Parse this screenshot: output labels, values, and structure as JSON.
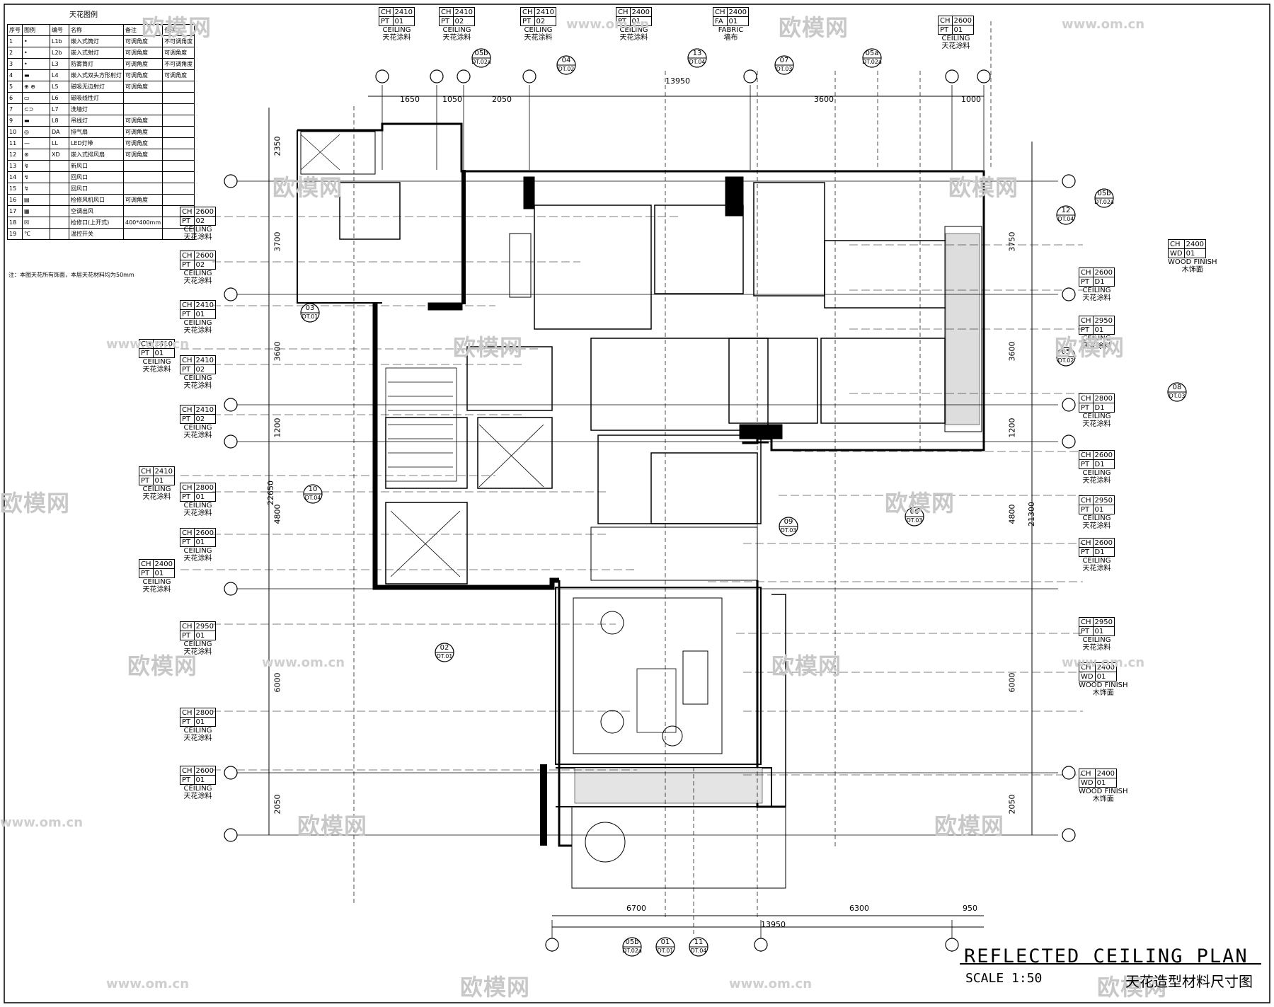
{
  "drawing": {
    "title": "REFLECTED CEILING PLAN",
    "scale": "SCALE 1:50",
    "title_zh": "天花造型材料尺寸图"
  },
  "legend": {
    "title": "天花图例",
    "headers": [
      "序号",
      "图例",
      "编号",
      "名称",
      "备注",
      "备注"
    ],
    "rows": [
      [
        "1",
        "•",
        "L1b",
        "嵌入式筒灯",
        "可调角度",
        "不可调角度"
      ],
      [
        "2",
        "•",
        "L2b",
        "嵌入式射灯",
        "可调角度",
        "可调角度"
      ],
      [
        "3",
        "•",
        "L3",
        "防雾筒灯",
        "可调角度",
        "不可调角度"
      ],
      [
        "4",
        "▬",
        "L4",
        "嵌入式双头方形射灯",
        "可调角度",
        "可调角度"
      ],
      [
        "5",
        "⊕ ⊕",
        "L5",
        "磁吸无边射灯",
        "可调角度",
        ""
      ],
      [
        "6",
        "▭",
        "L6",
        "磁吸线性灯",
        "",
        ""
      ],
      [
        "7",
        "⊂⊃",
        "L7",
        "洗墙灯",
        "",
        ""
      ],
      [
        "9",
        "▬",
        "L8",
        "吊线灯",
        "可调角度",
        ""
      ],
      [
        "10",
        "◎",
        "DA",
        "排气扇",
        "可调角度",
        ""
      ],
      [
        "11",
        "—",
        "LL",
        "LED灯带",
        "可调角度",
        ""
      ],
      [
        "12",
        "⊛",
        "XD",
        "嵌入式排风扇",
        "可调角度",
        ""
      ],
      [
        "13",
        "↯",
        "",
        "新风口",
        "",
        ""
      ],
      [
        "14",
        "↯",
        "",
        "回风口",
        "",
        ""
      ],
      [
        "15",
        "↯",
        "",
        "回风口",
        "",
        ""
      ],
      [
        "16",
        "▤",
        "",
        "检修风机风口",
        "可调角度",
        ""
      ],
      [
        "17",
        "▦",
        "",
        "空调出风",
        "",
        ""
      ],
      [
        "18",
        "☒",
        "",
        "检修口(上开式)",
        "400*400mm",
        ""
      ],
      [
        "19",
        "℃",
        "",
        "温控开关",
        "",
        ""
      ]
    ],
    "note": "注：本图天花所有饰面，本层天花材料均为50mm"
  },
  "tags_left": [
    {
      "ch": "2600",
      "mat": "PT",
      "code": "02",
      "name": "CEILING",
      "zh": "天花涂料"
    },
    {
      "ch": "2600",
      "mat": "PT",
      "code": "02",
      "name": "CEILING",
      "zh": "天花涂料"
    },
    {
      "ch": "2410",
      "mat": "PT",
      "code": "01",
      "name": "CEILING",
      "zh": "天花涂料"
    },
    {
      "ch": "2410",
      "mat": "PT",
      "code": "01",
      "name": "CEILING",
      "zh": "天花涂料"
    },
    {
      "ch": "2410",
      "mat": "PT",
      "code": "02",
      "name": "CEILING",
      "zh": "天花涂料"
    },
    {
      "ch": "2410",
      "mat": "PT",
      "code": "02",
      "name": "CEILING",
      "zh": "天花涂料"
    },
    {
      "ch": "2410",
      "mat": "PT",
      "code": "01",
      "name": "CEILING",
      "zh": "天花涂料"
    },
    {
      "ch": "2800",
      "mat": "PT",
      "code": "01",
      "name": "CEILING",
      "zh": "天花涂料"
    },
    {
      "ch": "2600",
      "mat": "PT",
      "code": "01",
      "name": "CEILING",
      "zh": "天花涂料"
    },
    {
      "ch": "2400",
      "mat": "PT",
      "code": "01",
      "name": "CEILING",
      "zh": "天花涂料"
    },
    {
      "ch": "2950",
      "mat": "PT",
      "code": "01",
      "name": "CEILING",
      "zh": "天花涂料"
    },
    {
      "ch": "2800",
      "mat": "PT",
      "code": "01",
      "name": "CEILING",
      "zh": "天花涂料"
    },
    {
      "ch": "2600",
      "mat": "PT",
      "code": "01",
      "name": "CEILING",
      "zh": "天花涂料"
    }
  ],
  "tags_top": [
    {
      "ch": "2410",
      "mat": "PT",
      "code": "01",
      "name": "CEILING",
      "zh": "天花涂料"
    },
    {
      "ch": "2410",
      "mat": "PT",
      "code": "02",
      "name": "CEILING",
      "zh": "天花涂料"
    },
    {
      "ch": "2410",
      "mat": "PT",
      "code": "02",
      "name": "CEILING",
      "zh": "天花涂料"
    },
    {
      "ch": "2400",
      "mat": "PT",
      "code": "01",
      "name": "CEILING",
      "zh": "天花涂料"
    },
    {
      "ch": "2400",
      "mat": "FA",
      "code": "01",
      "name": "FABRIC",
      "zh": "墙布"
    },
    {
      "ch": "2600",
      "mat": "PT",
      "code": "01",
      "name": "CEILING",
      "zh": "天花涂料"
    }
  ],
  "tags_right": [
    {
      "ch": "2400",
      "mat": "WD",
      "code": "01",
      "name": "WOOD FINISH",
      "zh": "木饰面"
    },
    {
      "ch": "2600",
      "mat": "PT",
      "code": "D1",
      "name": "CEILING",
      "zh": "天花涂料"
    },
    {
      "ch": "2950",
      "mat": "PT",
      "code": "01",
      "name": "CEILING",
      "zh": "天花涂料"
    },
    {
      "ch": "2800",
      "mat": "PT",
      "code": "D1",
      "name": "CEILING",
      "zh": "天花涂料"
    },
    {
      "ch": "2600",
      "mat": "PT",
      "code": "D1",
      "name": "CEILING",
      "zh": "天花涂料"
    },
    {
      "ch": "2950",
      "mat": "PT",
      "code": "01",
      "name": "CEILING",
      "zh": "天花涂料"
    },
    {
      "ch": "2600",
      "mat": "PT",
      "code": "D1",
      "name": "CEILING",
      "zh": "天花涂料"
    },
    {
      "ch": "2950",
      "mat": "PT",
      "code": "01",
      "name": "CEILING",
      "zh": "天花涂料"
    },
    {
      "ch": "2400",
      "mat": "WD",
      "code": "01",
      "name": "WOOD FINISH",
      "zh": "木饰面"
    },
    {
      "ch": "2400",
      "mat": "WD",
      "code": "01",
      "name": "WOOD FINISH",
      "zh": "木饰面"
    }
  ],
  "dims_left": [
    "2350",
    "3700",
    "3600",
    "1200",
    "22650",
    "4800",
    "6000",
    "2050"
  ],
  "dims_right": [
    "3750",
    "3600",
    "1200",
    "4800",
    "21300",
    "6000",
    "2050"
  ],
  "dims_top": [
    "1650",
    "1050",
    "2050",
    "13950",
    "3600",
    "1000"
  ],
  "dims_bottom": [
    "6700",
    "6300",
    "950",
    "13950"
  ],
  "sections": [
    {
      "id": "05b",
      "ref": "DT.02a"
    },
    {
      "id": "04",
      "ref": "DT.02"
    },
    {
      "id": "13",
      "ref": "DT.04"
    },
    {
      "id": "07",
      "ref": "DT.03"
    },
    {
      "id": "05a",
      "ref": "DT.02a"
    },
    {
      "id": "03",
      "ref": "DT.01"
    },
    {
      "id": "10",
      "ref": "DT.04"
    },
    {
      "id": "02",
      "ref": "DT.01"
    },
    {
      "id": "09",
      "ref": "DT.03"
    },
    {
      "id": "06",
      "ref": "DT.03"
    },
    {
      "id": "05",
      "ref": "DT.02"
    },
    {
      "id": "08",
      "ref": "DT.03"
    },
    {
      "id": "12",
      "ref": "DT.04"
    },
    {
      "id": "05b",
      "ref": "DT.02a"
    },
    {
      "id": "05b",
      "ref": "DT.02a"
    },
    {
      "id": "01",
      "ref": "DT.01"
    },
    {
      "id": "11",
      "ref": "DT.04"
    }
  ],
  "watermark": {
    "text": "欧模网",
    "url": "www.om.cn"
  }
}
